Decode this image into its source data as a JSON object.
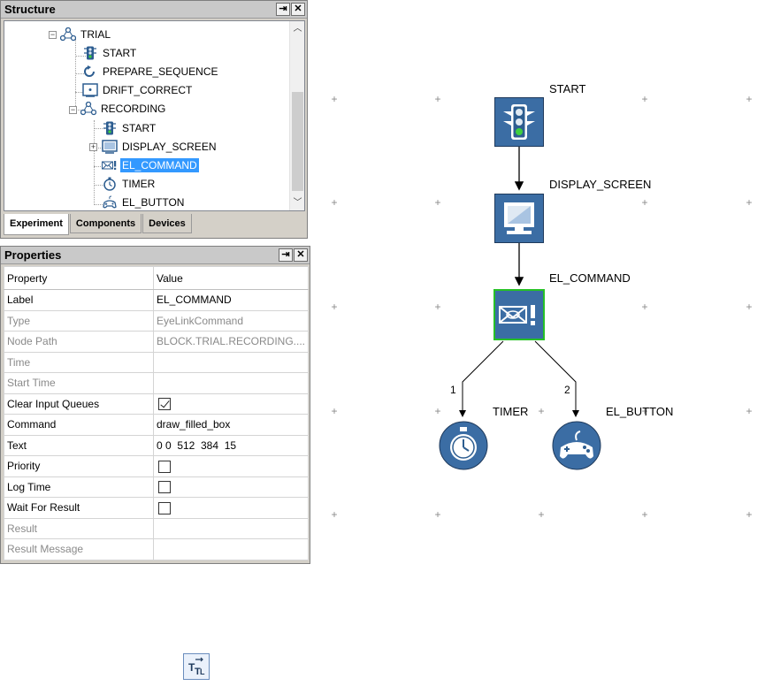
{
  "structure": {
    "title": "Structure",
    "tree": [
      {
        "label": "TRIAL"
      },
      {
        "label": "START"
      },
      {
        "label": "PREPARE_SEQUENCE"
      },
      {
        "label": "DRIFT_CORRECT"
      },
      {
        "label": "RECORDING"
      },
      {
        "label": "START"
      },
      {
        "label": "DISPLAY_SCREEN"
      },
      {
        "label": "EL_COMMAND"
      },
      {
        "label": "TIMER"
      },
      {
        "label": "EL_BUTTON"
      }
    ],
    "tabs": [
      {
        "label": "Experiment"
      },
      {
        "label": "Components"
      },
      {
        "label": "Devices"
      }
    ]
  },
  "properties": {
    "title": "Properties",
    "header": {
      "property": "Property",
      "value": "Value"
    },
    "rows": [
      {
        "name": "Label",
        "value": "EL_COMMAND"
      },
      {
        "name": "Type",
        "value": "EyeLinkCommand"
      },
      {
        "name": "Node Path",
        "value": "BLOCK.TRIAL.RECORDING...."
      },
      {
        "name": "Time",
        "value": ""
      },
      {
        "name": "Start Time",
        "value": ""
      },
      {
        "name": "Clear Input Queues",
        "value": ""
      },
      {
        "name": "Command",
        "value": "draw_filled_box"
      },
      {
        "name": "Text",
        "value": "0 0  512  384  15"
      },
      {
        "name": "Priority",
        "value": ""
      },
      {
        "name": "Log Time",
        "value": ""
      },
      {
        "name": "Wait For Result",
        "value": ""
      },
      {
        "name": "Result",
        "value": ""
      },
      {
        "name": "Result Message",
        "value": ""
      }
    ],
    "checkboxes": {
      "clear_input_queues": true,
      "priority": false,
      "log_time": false,
      "wait_for_result": false
    }
  },
  "canvas": {
    "nodes": [
      {
        "label": "START",
        "icon": "traffic-light-icon"
      },
      {
        "label": "DISPLAY_SCREEN",
        "icon": "monitor-icon"
      },
      {
        "label": "EL_COMMAND",
        "icon": "eyelink-command-icon"
      },
      {
        "label": "TIMER",
        "icon": "stopwatch-icon"
      },
      {
        "label": "EL_BUTTON",
        "icon": "gamepad-icon"
      }
    ],
    "edge_labels": [
      "1",
      "2"
    ]
  },
  "colors": {
    "selection": "#3399ff",
    "node_fill": "#3b6da4",
    "selected_border": "#26c026"
  }
}
